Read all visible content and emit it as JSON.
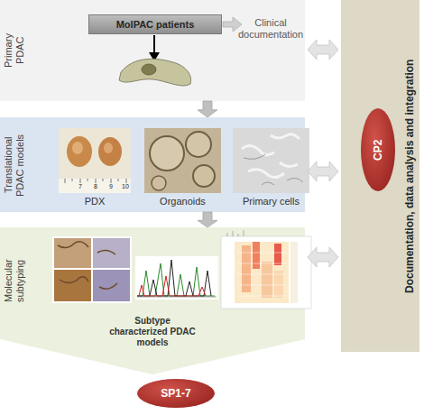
{
  "diagram": {
    "nodes": [
      {
        "text": [
          "Primary PDAC"
        ]
      },
      {
        "text": [
          "MolPAC patients"
        ],
        "in": 0
      },
      {
        "text": [
          "Translational PDAC models"
        ]
      },
      {
        "text": [
          "Molecular subtyping",
          "Subtype characterized PDAC models"
        ]
      },
      {
        "text": [
          "SP1-7"
        ]
      },
      {
        "text": [
          "Documentation, data analysis and integration"
        ]
      },
      {
        "text": [
          "CP2"
        ],
        "in": 5
      }
    ],
    "edges": [
      {
        "from": 0,
        "to": 2,
        "arrow": "to"
      },
      {
        "from": 2,
        "to": 3,
        "arrow": "to"
      },
      {
        "from": 0,
        "to": 5,
        "arrow": "both"
      },
      {
        "from": 2,
        "to": 5,
        "arrow": "both"
      },
      {
        "from": 3,
        "to": 5,
        "arrow": "both"
      }
    ],
    "labels": [
      "Clinical documentation",
      "PDX",
      "Organoids",
      "Primary cells",
      "7",
      "8",
      "9",
      "10"
    ]
  }
}
